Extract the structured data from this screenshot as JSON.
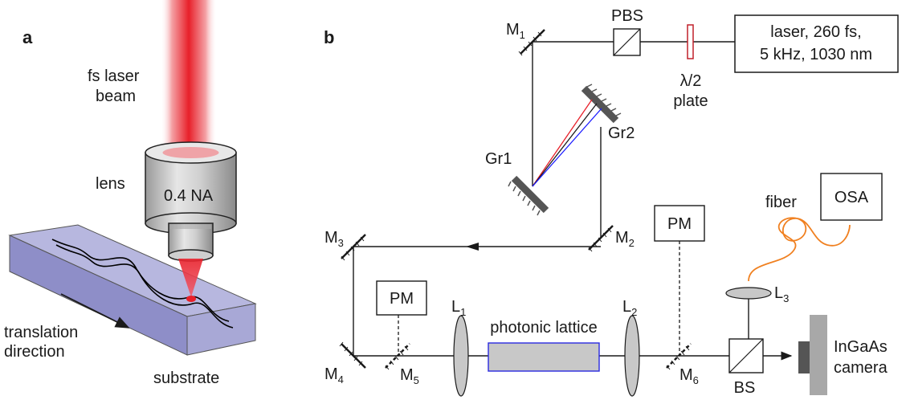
{
  "panel_a": {
    "letter": "a",
    "beam_label_1": "fs laser",
    "beam_label_2": "beam",
    "lens_label": "lens",
    "na_label": "0.4 NA",
    "translation_1": "translation",
    "translation_2": "direction",
    "substrate_label": "substrate"
  },
  "panel_b": {
    "letter": "b",
    "laser_line1": "laser, 260 fs,",
    "laser_line2": "5 kHz, 1030 nm",
    "pbs": "PBS",
    "halfwave_1": "λ/2",
    "halfwave_2": "plate",
    "gr1": "Gr1",
    "gr2": "Gr2",
    "pm": "PM",
    "osa": "OSA",
    "fiber": "fiber",
    "photonic_lattice": "photonic lattice",
    "bs": "BS",
    "camera_1": "InGaAs",
    "camera_2": "camera",
    "m": "M",
    "l": "L",
    "m1_sub": "1",
    "m2_sub": "2",
    "m3_sub": "3",
    "m4_sub": "4",
    "m5_sub": "5",
    "m6_sub": "6",
    "l1_sub": "1",
    "l2_sub": "2",
    "l3_sub": "3"
  },
  "colors": {
    "beam_red": "#e8202a",
    "grating_blue": "#1a1aff",
    "fiber_orange": "#f08020",
    "substrate_fill": "#8c8cc8",
    "lattice_fill": "#c8c8c8",
    "lattice_border": "#2a2ae0"
  }
}
